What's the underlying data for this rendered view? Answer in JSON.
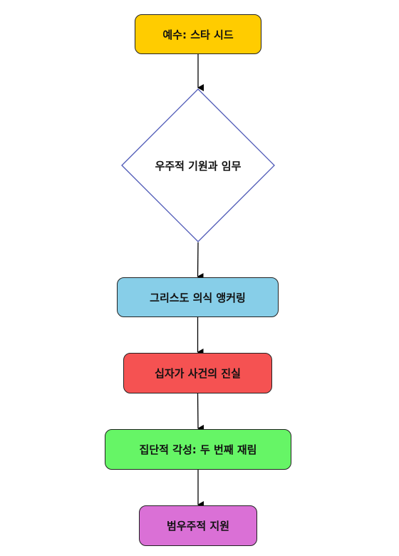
{
  "diagram": {
    "nodes": [
      {
        "id": "n1",
        "shape": "rounded-rect",
        "label": "예수: 스타 시드",
        "fill": "#FFCC00"
      },
      {
        "id": "n2",
        "shape": "diamond",
        "label": "우주적 기원과 임무",
        "fill": "#FFFFFF",
        "stroke": "#4A55B5"
      },
      {
        "id": "n3",
        "shape": "rounded-rect",
        "label": "그리스도 의식 앵커링",
        "fill": "#87CEE8"
      },
      {
        "id": "n4",
        "shape": "rounded-rect",
        "label": "십자가 사건의 진실",
        "fill": "#F55252"
      },
      {
        "id": "n5",
        "shape": "rounded-rect",
        "label": "집단적 각성: 두 번째 재림",
        "fill": "#66F566"
      },
      {
        "id": "n6",
        "shape": "rounded-rect",
        "label": "범우주적 지원",
        "fill": "#DA70D6"
      }
    ],
    "edges": [
      {
        "from": "n1",
        "to": "n2"
      },
      {
        "from": "n2",
        "to": "n3"
      },
      {
        "from": "n3",
        "to": "n4"
      },
      {
        "from": "n4",
        "to": "n5"
      },
      {
        "from": "n5",
        "to": "n6"
      }
    ],
    "edge_color": "#000000"
  }
}
